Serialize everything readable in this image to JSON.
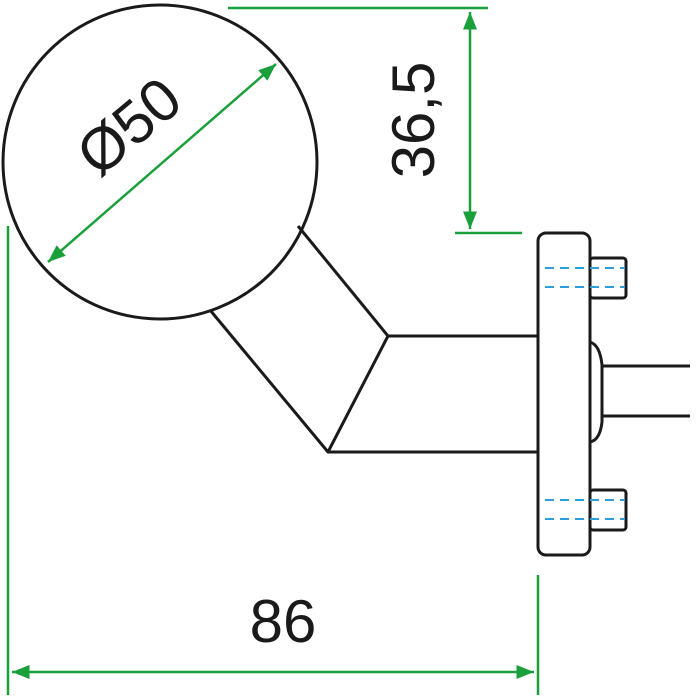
{
  "dimensions": {
    "diameter_label": "Ø50",
    "height_label": "36,5",
    "length_label": "86"
  },
  "colors": {
    "line": "#1a1a1a",
    "dimension": "#1aa03a",
    "hidden": "#2a9fd8"
  }
}
